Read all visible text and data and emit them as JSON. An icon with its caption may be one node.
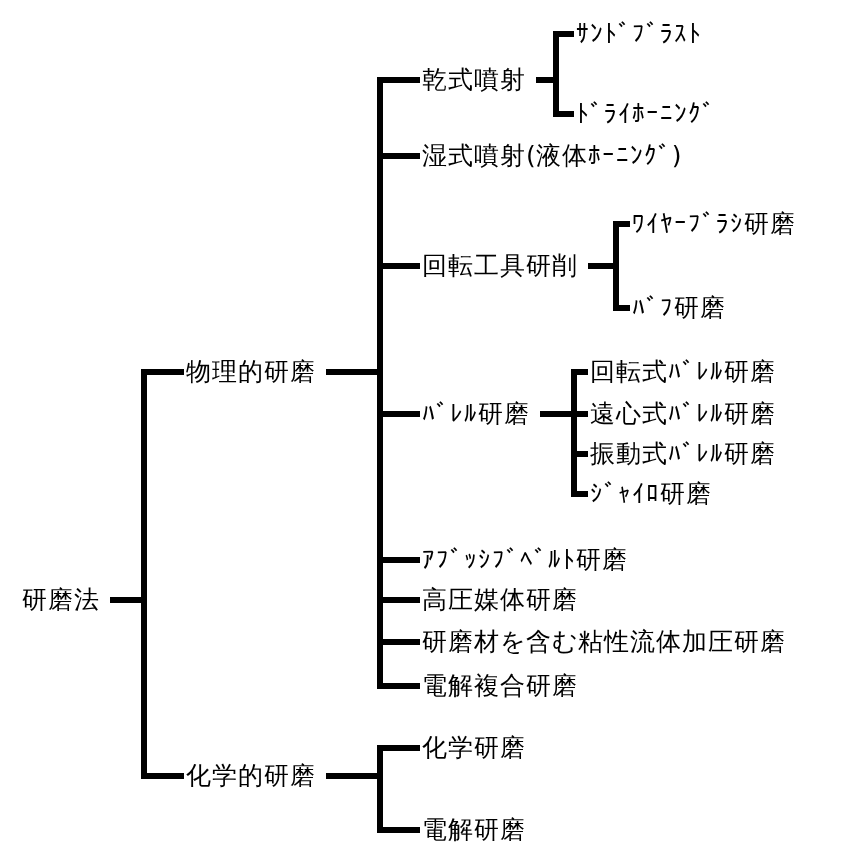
{
  "diagram": {
    "nodes": [
      {
        "text": [
          "研磨法"
        ]
      },
      {
        "text": [
          "物理的研磨"
        ]
      },
      {
        "text": [
          "乾式噴射"
        ]
      },
      {
        "text": [
          "ｻﾝﾄﾞﾌﾞﾗｽﾄ"
        ]
      },
      {
        "text": [
          "ﾄﾞﾗｲﾎｰﾆﾝｸﾞ"
        ]
      },
      {
        "text": [
          "湿式噴射(液体ﾎｰﾆﾝｸﾞ)"
        ]
      },
      {
        "text": [
          "回転工具研削"
        ]
      },
      {
        "text": [
          "ﾜｲﾔｰﾌﾞﾗｼ研磨"
        ]
      },
      {
        "text": [
          "ﾊﾞﾌ研磨"
        ]
      },
      {
        "text": [
          "ﾊﾞﾚﾙ研磨"
        ]
      },
      {
        "text": [
          "回転式ﾊﾞﾚﾙ研磨"
        ]
      },
      {
        "text": [
          "遠心式ﾊﾞﾚﾙ研磨"
        ]
      },
      {
        "text": [
          "振動式ﾊﾞﾚﾙ研磨"
        ]
      },
      {
        "text": [
          "ｼﾞｬｲﾛ研磨"
        ]
      },
      {
        "text": [
          "ｱﾌﾞｯｼﾌﾞﾍﾞﾙﾄ研磨"
        ]
      },
      {
        "text": [
          "高圧媒体研磨"
        ]
      },
      {
        "text": [
          "研磨材を含む粘性流体加圧研磨"
        ]
      },
      {
        "text": [
          "電解複合研磨"
        ]
      },
      {
        "text": [
          "化学的研磨"
        ]
      },
      {
        "text": [
          "化学研磨"
        ]
      },
      {
        "text": [
          "電解研磨"
        ]
      }
    ],
    "edges": [
      {
        "from": 0,
        "to": 1,
        "arrow": "none"
      },
      {
        "from": 0,
        "to": 18,
        "arrow": "none"
      },
      {
        "from": 1,
        "to": 2,
        "arrow": "none"
      },
      {
        "from": 2,
        "to": 3,
        "arrow": "none"
      },
      {
        "from": 2,
        "to": 4,
        "arrow": "none"
      },
      {
        "from": 1,
        "to": 5,
        "arrow": "none"
      },
      {
        "from": 1,
        "to": 6,
        "arrow": "none"
      },
      {
        "from": 6,
        "to": 7,
        "arrow": "none"
      },
      {
        "from": 6,
        "to": 8,
        "arrow": "none"
      },
      {
        "from": 1,
        "to": 9,
        "arrow": "none"
      },
      {
        "from": 9,
        "to": 10,
        "arrow": "none"
      },
      {
        "from": 9,
        "to": 11,
        "arrow": "none"
      },
      {
        "from": 9,
        "to": 12,
        "arrow": "none"
      },
      {
        "from": 9,
        "to": 13,
        "arrow": "none"
      },
      {
        "from": 1,
        "to": 14,
        "arrow": "none"
      },
      {
        "from": 1,
        "to": 15,
        "arrow": "none"
      },
      {
        "from": 1,
        "to": 16,
        "arrow": "none"
      },
      {
        "from": 1,
        "to": 17,
        "arrow": "none"
      },
      {
        "from": 18,
        "to": 19,
        "arrow": "none"
      },
      {
        "from": 18,
        "to": 20,
        "arrow": "none"
      }
    ]
  }
}
